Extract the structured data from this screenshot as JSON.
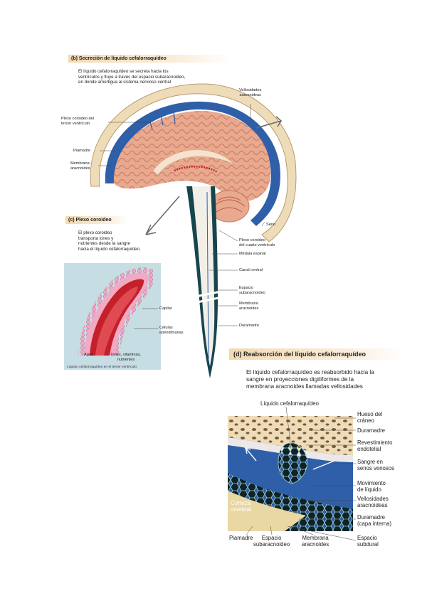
{
  "panel_b": {
    "title": "(b) Secreción de líquido cefalorraquídeo",
    "text": "El líquido cefalorraquídeo se secreta hacia los\nventrículos y fluye a través del espacio subaracnoideo,\nen donde amortigua al sistema nervioso central",
    "labels": {
      "plexo_tercer": "Plexo coroideo del\ntercer ventrículo",
      "piamadre": "Piamadre",
      "membrana": "Membrana\naracnoides",
      "vellosidades": "Vellosidades\naracnoideas",
      "seno": "Seno",
      "plexo_cuarto": "Plexo coroideo\ndel cuarto ventrículo",
      "medula": "Médula espinal",
      "canal": "Canal central",
      "espacio": "Espacio\nsubaracnoideo",
      "membrana2": "Membrana\naracnoides",
      "duramadre": "Duramadre"
    }
  },
  "panel_c": {
    "title": "(c) Plexo coroideo",
    "text": "El plexo coroideo\ntransporta iones y\nnutrientes desde la sangre\nhacia el líquido cefalorraquídeo.",
    "labels": {
      "capilar": "Capilar",
      "celulas": "Células\nependimarias",
      "agua": "Agua",
      "iones": "Iones, vitaminas,\nnutrientes"
    },
    "caption": "Líquido cefalorraquídeo en el tercer ventrículo"
  },
  "panel_d": {
    "title": "(d) Reabsorción del líquido cefalorraquídeo",
    "text": "El líquido cefalorraquídeo es reabsorbido hacia la\nsangre en proyecciones digitiformes de la\nmembrana aracnoides llamadas vellosidades",
    "labels": {
      "liquido": "Líquido cefalorraquídeo",
      "hueso": "Hueso del\ncráneo",
      "duramadre": "Duramadre",
      "revestimiento": "Revestimiento\nendotelial",
      "sangre": "Sangre en\nsenos venosos",
      "movimiento": "Movimiento\nde líquido",
      "vellosidades": "Vellosidades\naracnoideas",
      "duramadre_int": "Duramadre\n(capa interna)",
      "espacio_subdural": "Espacio\nsubdural",
      "corteza": "Corteza\ncerebral",
      "piamadre": "Piamadre",
      "espacio_sub": "Espacio\nsubaracnoideo",
      "membrana": "Membrana\naracnoides"
    }
  },
  "colors": {
    "brain": "#e8a98f",
    "brain_fold": "#c97a62",
    "csf_blue": "#2f5fa8",
    "dark_teal": "#17454e",
    "bone": "#eedcb9",
    "blood": "#c4202a"
  }
}
